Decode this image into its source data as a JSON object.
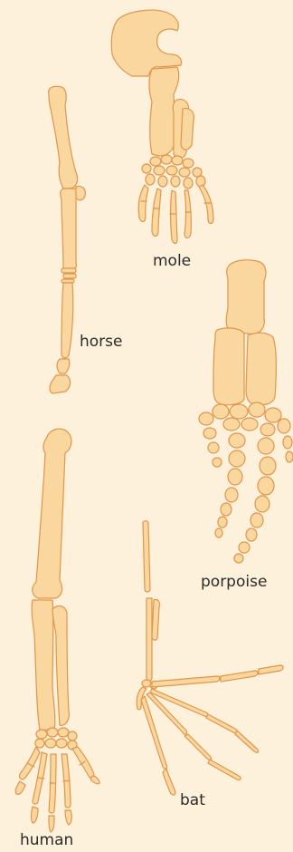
{
  "labels": {
    "mole": "mole",
    "horse": "horse",
    "porpoise": "porpoise",
    "human": "human",
    "bat": "bat"
  },
  "colors": {
    "background": "#fdf1dc",
    "bone_fill": "#fbd7a0",
    "bone_stroke": "#e0954a",
    "text": "#2b2b2b"
  }
}
